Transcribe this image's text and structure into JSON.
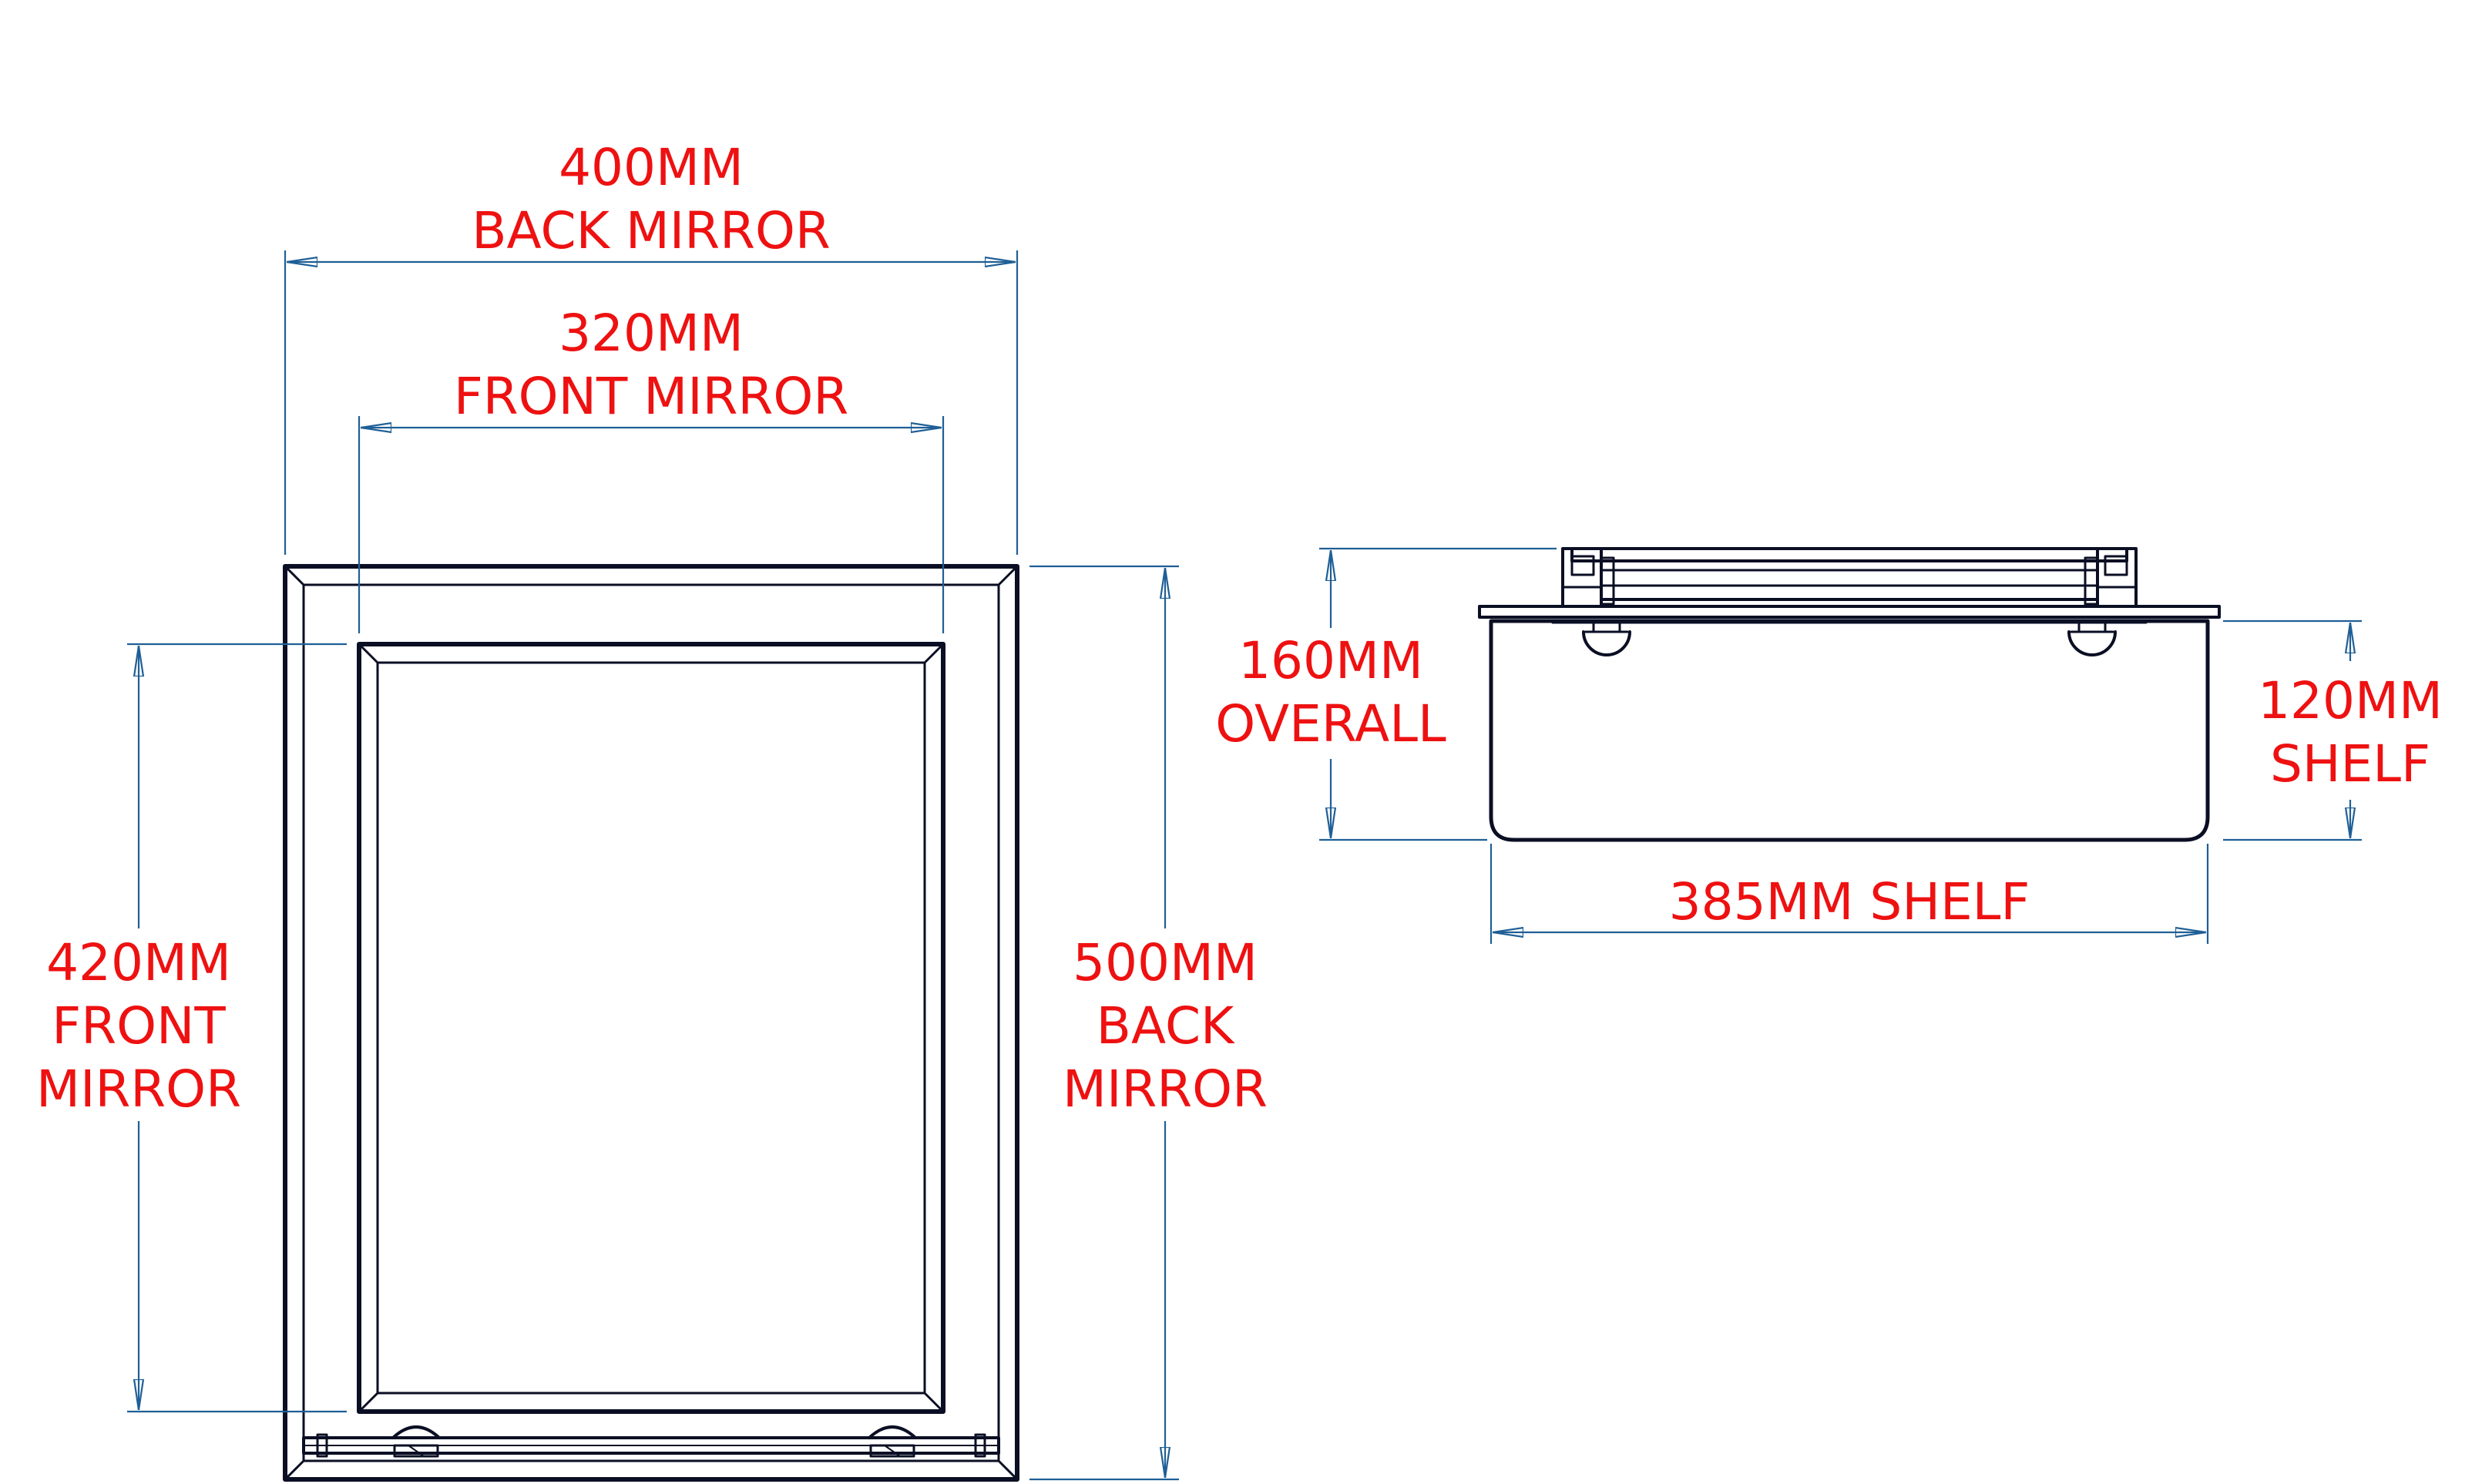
{
  "colors": {
    "dimension_text": "#ee1111",
    "dimension_line": "#1f5f96",
    "outline": "#0b0f24",
    "background": "#ffffff"
  },
  "labels": {
    "back_width": [
      "400MM",
      "BACK MIRROR"
    ],
    "front_width": [
      "320MM",
      "FRONT MIRROR"
    ],
    "front_height": [
      "420MM",
      "FRONT",
      "MIRROR"
    ],
    "back_height": [
      "500MM",
      "BACK",
      "MIRROR"
    ],
    "overall_depth": [
      "160MM",
      "OVERALL"
    ],
    "shelf_depth": [
      "120MM",
      "SHELF"
    ],
    "shelf_width": [
      "385MM SHELF"
    ]
  }
}
